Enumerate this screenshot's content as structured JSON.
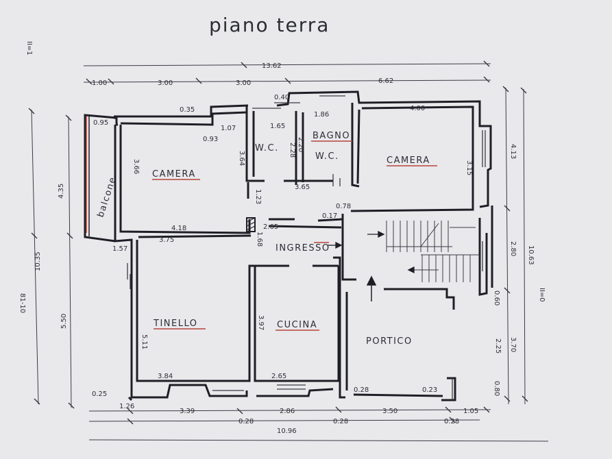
{
  "title": "piano terra",
  "rooms": {
    "camera_left": "CAMERA",
    "wc_left": "W.C.",
    "bagno": "BAGNO",
    "wc_bagno": "W.C.",
    "camera_right": "CAMERA",
    "balcone": "balcone",
    "ingresso": "INGRESSO",
    "tinello": "TINELLO",
    "cucina": "CUCINA",
    "portico": "PORTICO"
  },
  "dims": {
    "top_total": "13.62",
    "top_1": "1.00",
    "top_2": "3.00",
    "top_3": "3.00",
    "top_4": "6.62",
    "d_035": "0.35",
    "d_040": "0.40",
    "d_095": "0.95",
    "d_107": "1.07",
    "d_093": "0.93",
    "d_165": "1.65",
    "d_186": "1.86",
    "d_400": "4.00",
    "d_366": "3.66",
    "d_364": "3.64",
    "d_228": "2.28",
    "d_220": "2.20",
    "d_365": "3.65",
    "d_315": "3.15",
    "d_413": "4.13",
    "d_123": "1.23",
    "d_078": "0.78",
    "d_017": "0.17",
    "d_418": "4.18",
    "d_265a": "2.65",
    "d_168": "1.68",
    "d_375": "3.75",
    "d_157": "1.57",
    "d_435": "4.35",
    "d_1035": "10.35",
    "d_550": "5.50",
    "d_511": "5.11",
    "d_397": "3.97",
    "d_384": "3.84",
    "d_265b": "2.65",
    "d_025": "0.25",
    "d_028a": "0.28",
    "d_023": "0.23",
    "d_280": "2.80",
    "d_1063": "10.63",
    "d_060": "0.60",
    "d_225": "2.25",
    "d_370": "3.70",
    "d_080": "0.80",
    "b_339": "3.39",
    "b_286": "2.86",
    "b_350": "3.50",
    "b_105": "1.05",
    "b_028a": "0.28",
    "b_028b": "0.28",
    "b_028c": "0.28",
    "b_1096": "10.96",
    "b_126": "1.26",
    "left_side": "II=1",
    "left_scale": "81-10",
    "right_mark": "II=0"
  }
}
